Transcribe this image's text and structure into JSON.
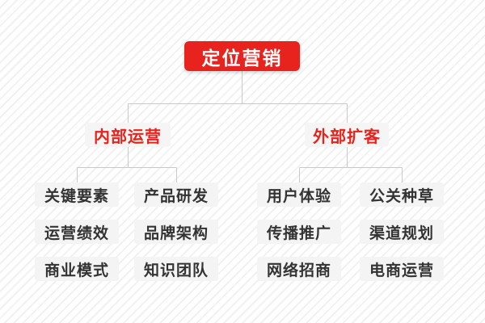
{
  "colors": {
    "accent_red": "#e8231d",
    "root_text": "#ffffff",
    "branch_text": "#e8231d",
    "leaf_bg": "#f4f4f4",
    "leaf_text": "#333333",
    "connector_line": "#c9c9c9",
    "background_stripe": "#f1f1f1"
  },
  "chart_data": {
    "type": "tree-diagram",
    "root": "定位营销",
    "branches": [
      {
        "label": "内部运营",
        "children": [
          "关键要素",
          "产品研发",
          "运营绩效",
          "品牌架构",
          "商业模式",
          "知识团队"
        ]
      },
      {
        "label": "外部扩客",
        "children": [
          "用户体验",
          "公关种草",
          "传播推广",
          "渠道规划",
          "网络招商",
          "电商运营"
        ]
      }
    ]
  },
  "chart": {
    "root": "定位营销",
    "branches": [
      {
        "label": "内部运营",
        "children": [
          "关键要素",
          "产品研发",
          "运营绩效",
          "品牌架构",
          "商业模式",
          "知识团队"
        ]
      },
      {
        "label": "外部扩客",
        "children": [
          "用户体验",
          "公关种草",
          "传播推广",
          "渠道规划",
          "网络招商",
          "电商运营"
        ]
      }
    ]
  }
}
